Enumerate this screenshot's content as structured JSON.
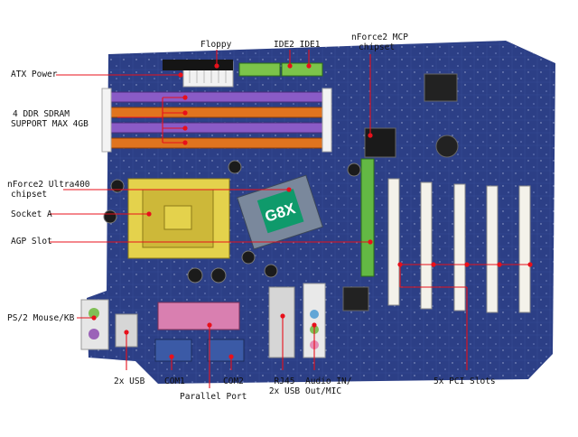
{
  "labels": {
    "floppy": "Floppy",
    "ide": "IDE2 IDE1",
    "mcp_1": "nForce2 MCP",
    "mcp_2": "chipset",
    "atx": "ATX Power",
    "ddr_1": "4 DDR SDRAM",
    "ddr_2": "SUPPORT MAX 4GB",
    "ultra_1": "nForce2 Ultra400",
    "ultra_2": "chipset",
    "socket": "Socket A",
    "agp": "AGP Slot",
    "ps2": "PS/2 Mouse/KB",
    "usb": "2x USB",
    "com1": "COM1",
    "com2": "COM2",
    "parallel": "Parallel Port",
    "rj45_1": "RJ45",
    "rj45_2": "2x USB",
    "audio_1": "Audio IN/",
    "audio_2": "Out/MIC",
    "pci": "5x PCI Slots"
  },
  "board_logo": "G8X",
  "colors": {
    "pcb": "#2c3f86",
    "pointer": "#e8101b",
    "dimm": "#e0741f",
    "dimm_alt": "#8a5bc6",
    "agp": "#63b844",
    "socket": "#e4d24c",
    "parallel": "#d97fb0",
    "serial": "#3b5aa6",
    "ide": "#7cc44a",
    "pci": "#f4f2ea"
  }
}
